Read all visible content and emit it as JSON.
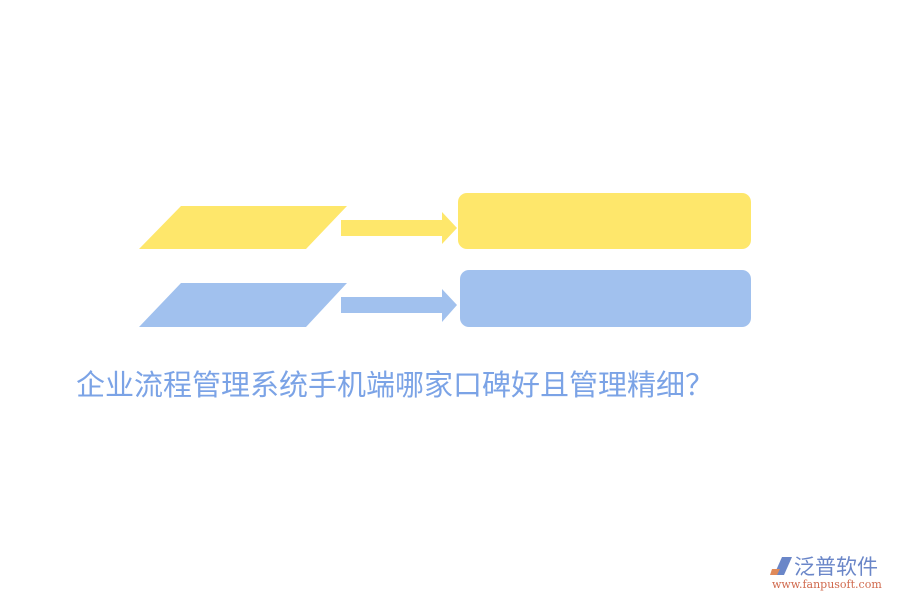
{
  "colors": {
    "yellow": "#fee76b",
    "blue": "#a1c1ee",
    "title": "#7ba3e6",
    "logo_text": "#6a86c8",
    "logo_url": "#d06a4e",
    "background": "#ffffff"
  },
  "diagram": {
    "rows": [
      {
        "color": "yellow",
        "input_shape": "parallelogram",
        "connector": "arrow-right",
        "output_shape": "rounded-rectangle",
        "label": ""
      },
      {
        "color": "blue",
        "input_shape": "parallelogram",
        "connector": "arrow-right",
        "output_shape": "rounded-rectangle",
        "label": ""
      }
    ]
  },
  "title": "企业流程管理系统手机端哪家口碑好且管理精细？",
  "logo": {
    "icon": "fanpu-logo-icon",
    "name": "泛普软件",
    "url": "www.fanpusoft.com"
  }
}
